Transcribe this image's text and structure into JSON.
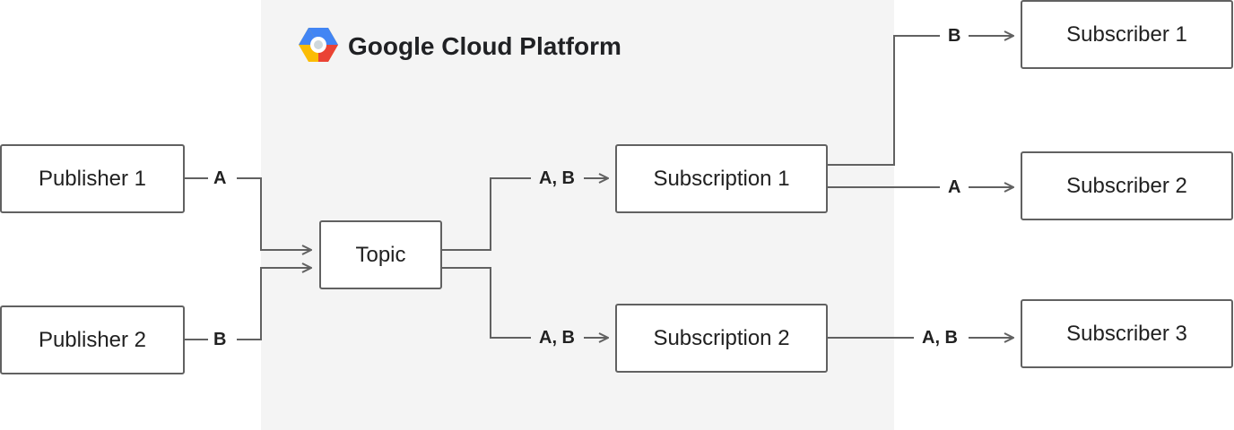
{
  "header": {
    "title": "Google Cloud Platform",
    "logo_icon": "gcp-hexagon-icon"
  },
  "publishers": [
    {
      "label": "Publisher 1",
      "message": "A"
    },
    {
      "label": "Publisher 2",
      "message": "B"
    }
  ],
  "topic": {
    "label": "Topic"
  },
  "subscriptions": [
    {
      "label": "Subscription 1",
      "message": "A, B"
    },
    {
      "label": "Subscription 2",
      "message": "A, B"
    }
  ],
  "subscribers": [
    {
      "label": "Subscriber 1",
      "message": "B"
    },
    {
      "label": "Subscriber 2",
      "message": "A"
    },
    {
      "label": "Subscriber 3",
      "message": "A, B"
    }
  ],
  "colors": {
    "region_background": "#f4f4f4",
    "line": "#616161",
    "logo_blue": "#4285F4",
    "logo_red": "#EA4335",
    "logo_yellow": "#FBBC05"
  }
}
